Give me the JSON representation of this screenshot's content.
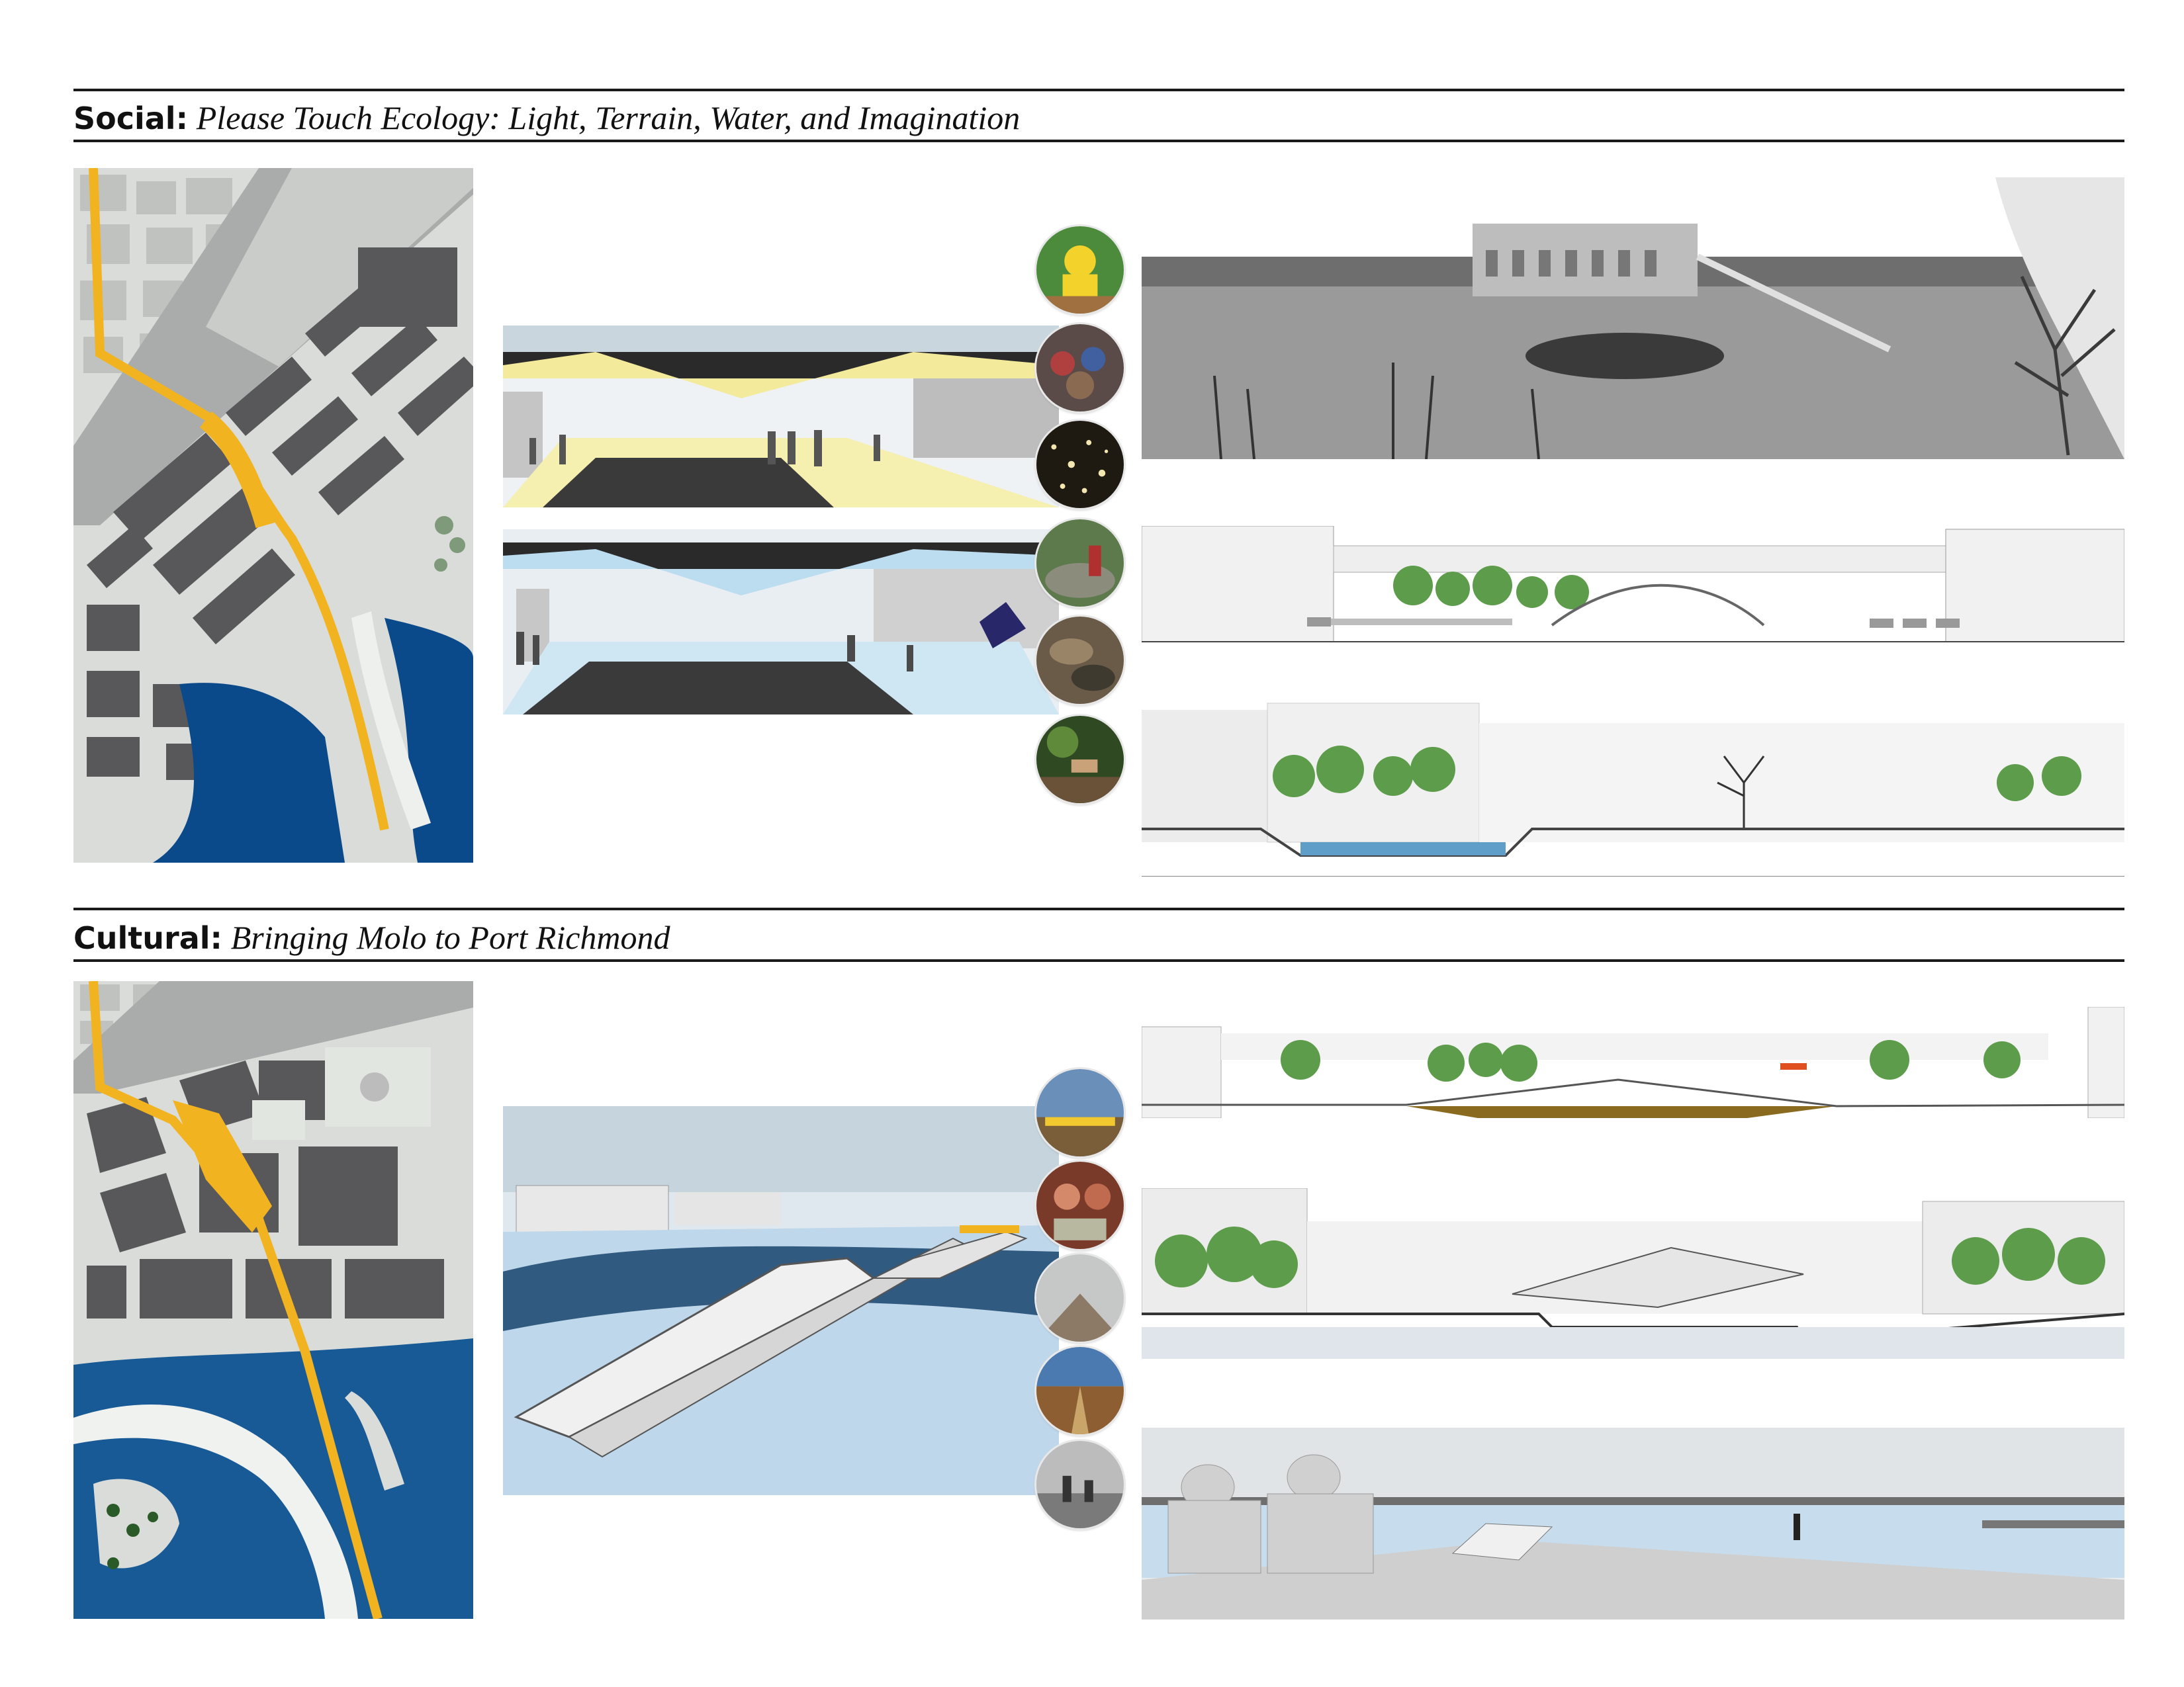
{
  "sections": [
    {
      "label": "Social:",
      "title": "Please Touch Ecology: Light, Terrain, Water, and Imagination"
    },
    {
      "label": "Cultural:",
      "title": "Bringing Molo to Port Richmond"
    }
  ],
  "colors": {
    "water": "#0b4a8a",
    "path_highlight": "#f2b320",
    "block_dark": "#58585a",
    "block_light": "#d9dcd8",
    "road": "#a9acaa",
    "canopy_yellow": "#f3ea9c",
    "canopy_blue": "#bcdcef",
    "tree_green": "#5c9c4a"
  },
  "icons": [
    "photo-thumbnail",
    "site-plan-map",
    "perspective-rendering",
    "section-drawing"
  ]
}
